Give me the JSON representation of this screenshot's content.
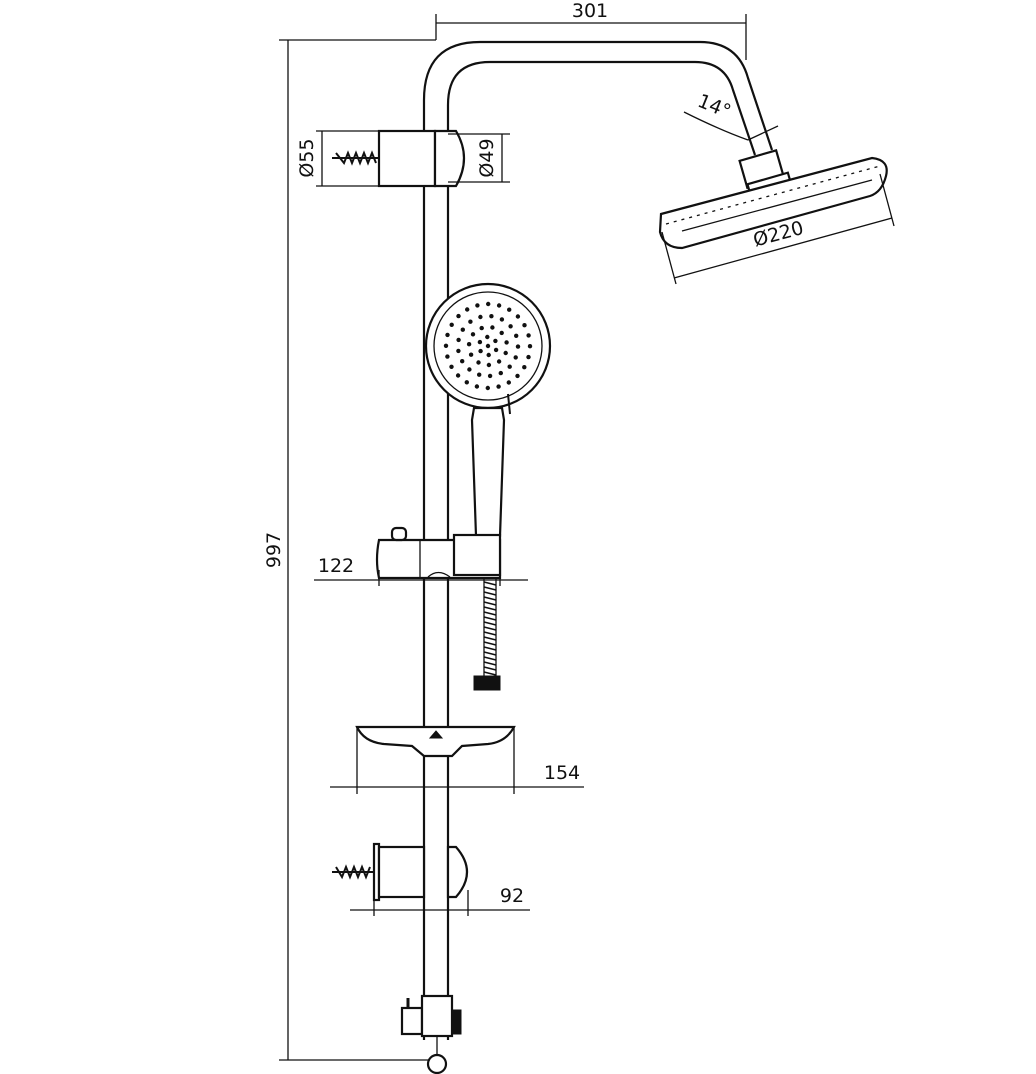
{
  "diagram": {
    "dimensions": {
      "top_arm_length": "301",
      "total_height": "997",
      "wall_bracket_diameter": "Ø55",
      "rail_diameter": "Ø49",
      "head_tilt_angle": "14°",
      "rain_head_diameter": "Ø220",
      "slider_projection": "122",
      "soap_dish_width": "154",
      "lower_bracket_projection": "92"
    },
    "colors": {
      "line": "#111111",
      "background": "#ffffff"
    }
  }
}
